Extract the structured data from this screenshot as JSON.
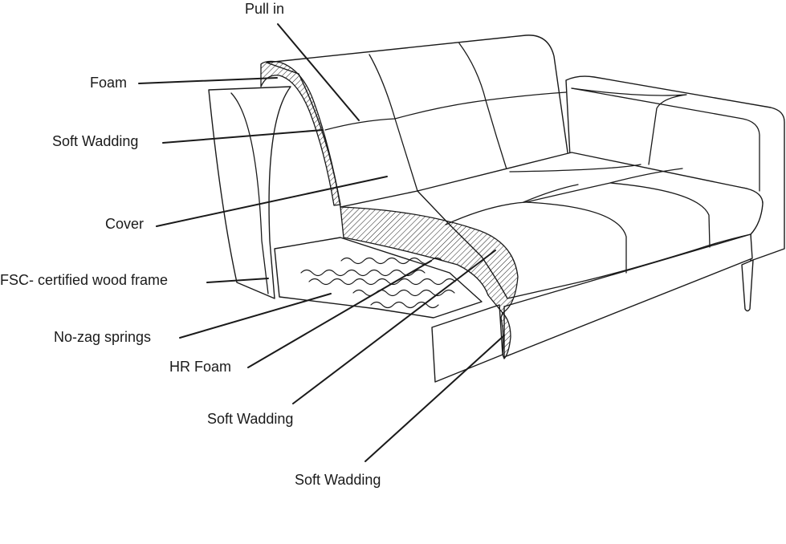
{
  "labels": {
    "pull_in": "Pull in",
    "foam": "Foam",
    "soft_wadding_back": "Soft Wadding",
    "cover": "Cover",
    "wood_frame": "FSC- certified wood frame",
    "springs": "No-zag springs",
    "hr_foam": "HR Foam",
    "soft_wadding_seat": "Soft Wadding",
    "soft_wadding_front": "Soft Wadding"
  },
  "colors": {
    "stroke": "#1a1a1a",
    "background": "#ffffff"
  }
}
